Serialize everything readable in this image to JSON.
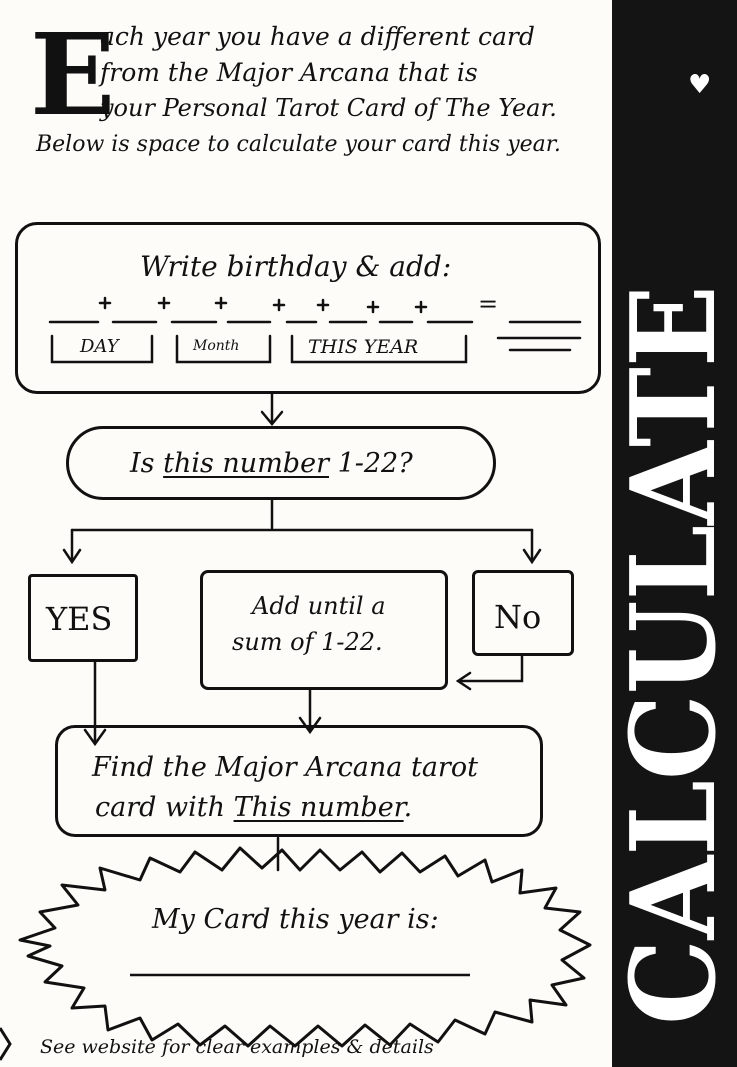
{
  "intro": {
    "drop_cap": "E",
    "line1": "ach year you have a different card",
    "line2": "from the Major Arcana that is",
    "line3": "your Personal Tarot Card of The Year.",
    "line4": "Below is space to calculate your card this year."
  },
  "sidebar": {
    "title": "CALCULATE",
    "heart_glyph": "♥",
    "background": "#141414",
    "text_color": "#ffffff"
  },
  "step_birthday": {
    "title": "Write birthday & add:",
    "labels": [
      "DAY",
      "Month",
      "THIS YEAR"
    ],
    "equals": "="
  },
  "step_check": {
    "prefix": "Is ",
    "emphasis": "this number",
    "suffix": " 1-22?"
  },
  "branch": {
    "yes": "YES",
    "no": "No",
    "add_line1": "Add until a",
    "add_line2": "sum of 1-22."
  },
  "step_find": {
    "line1": "Find the Major Arcana tarot",
    "line2_prefix": "card with ",
    "line2_emphasis": "This number",
    "line2_suffix": "."
  },
  "result": {
    "label": "My Card this year is:"
  },
  "footer": {
    "note": "See website for clear examples & details"
  }
}
